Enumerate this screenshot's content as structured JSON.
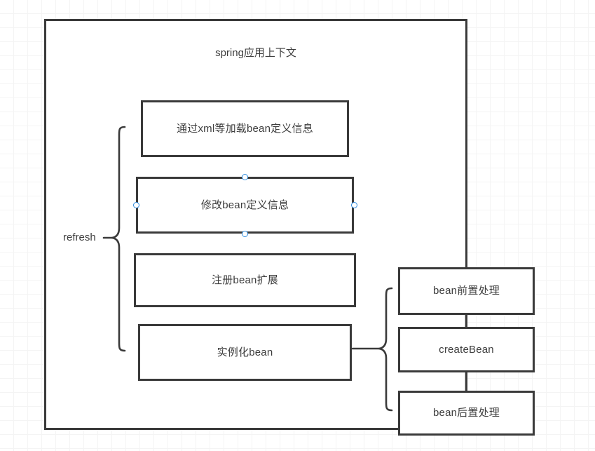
{
  "diagram": {
    "title": "spring应用上下文",
    "background": {
      "grid": true,
      "grid_color": "#ededed",
      "canvas_color": "#ffffff"
    },
    "colors": {
      "stroke": "#3a3a3a",
      "text": "#3d3d3d",
      "fill": "#ffffff",
      "handle_accent": "#2f8ce0"
    },
    "container": {
      "label": "spring应用上下文"
    },
    "groups": [
      {
        "name": "refresh-group",
        "label": "refresh"
      }
    ],
    "left_boxes": [
      {
        "id": "load-bean-definition",
        "label": "通过xml等加载bean定义信息",
        "selected": false
      },
      {
        "id": "modify-bean-definition",
        "label": "修改bean定义信息",
        "selected": true
      },
      {
        "id": "register-bean-extension",
        "label": "注册bean扩展",
        "selected": false
      },
      {
        "id": "instantiate-bean",
        "label": "实例化bean",
        "selected": false
      }
    ],
    "right_boxes": [
      {
        "id": "bean-pre-process",
        "label": "bean前置处理"
      },
      {
        "id": "create-bean",
        "label": "createBean"
      },
      {
        "id": "bean-post-process",
        "label": "bean后置处理"
      }
    ],
    "selection": {
      "target": "修改bean定义信息",
      "handles": [
        "top",
        "right",
        "bottom",
        "left"
      ]
    }
  }
}
